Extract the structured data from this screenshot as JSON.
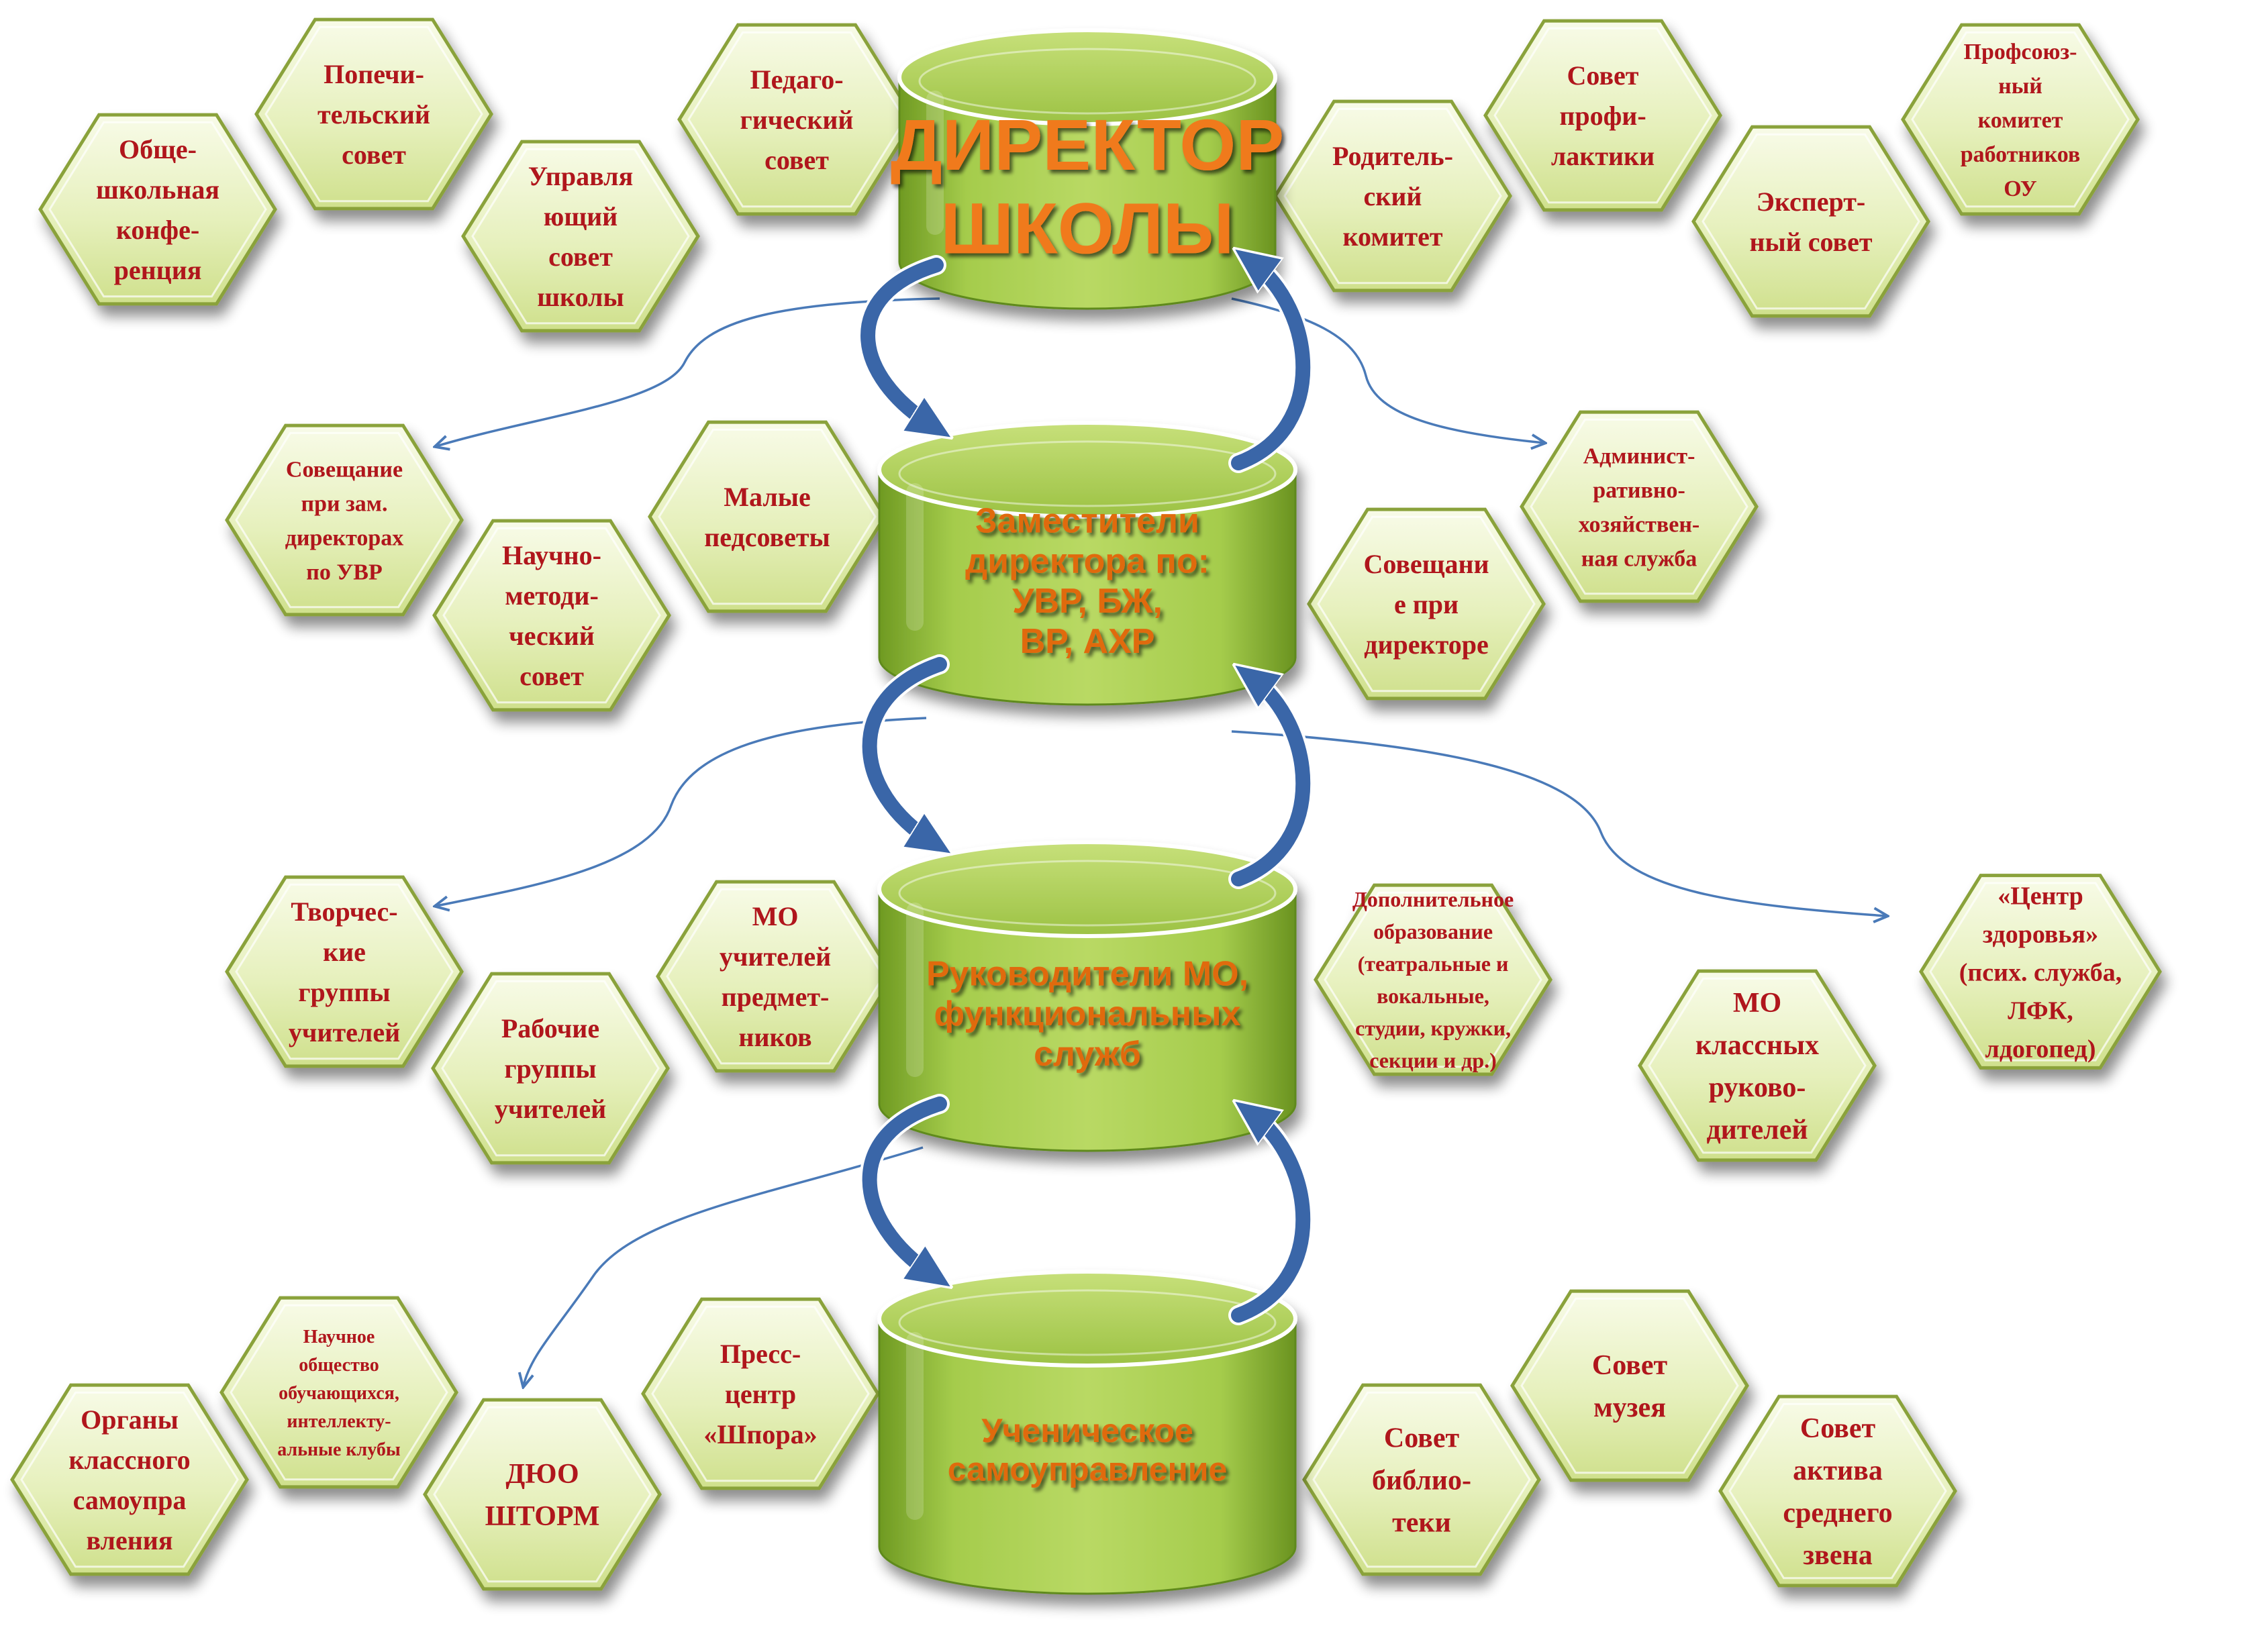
{
  "colors": {
    "hex_text": "#b0121a",
    "cylinder_text_top": "#f07a1a",
    "cylinder_text_other": "#e06a10",
    "cylinder_fill": "#9cc244",
    "arrow_fill": "#3a66a8",
    "connector": "#4a7ab8"
  },
  "cylinders": [
    {
      "id": "director",
      "lines": [
        "ДИРЕКТОР",
        "ШКОЛЫ"
      ]
    },
    {
      "id": "deputies",
      "lines": [
        "Заместители",
        "директора по:",
        "УВР,     БЖ,",
        "ВР,    АХР"
      ]
    },
    {
      "id": "heads",
      "lines": [
        "Руководители МО,",
        "функциональных",
        "служб"
      ]
    },
    {
      "id": "student",
      "lines": [
        "Ученическое",
        "самоуправление"
      ]
    }
  ],
  "hexagons": [
    {
      "id": "general-conference",
      "lines": [
        "Обще-",
        "школьная",
        "конфе-",
        "ренция"
      ]
    },
    {
      "id": "trustee-council",
      "lines": [
        "Попечи-",
        "тельский",
        "совет"
      ]
    },
    {
      "id": "managing-council",
      "lines": [
        "Управля",
        "ющий",
        "совет",
        "школы"
      ]
    },
    {
      "id": "pedagogical-council",
      "lines": [
        "Педаго-",
        "гический",
        "совет"
      ]
    },
    {
      "id": "parent-committee",
      "lines": [
        "Родитель-",
        "ский",
        "комитет"
      ]
    },
    {
      "id": "prevention-council",
      "lines": [
        "Совет",
        "профи-",
        "лактики"
      ]
    },
    {
      "id": "expert-council",
      "lines": [
        "Эксперт-",
        "ный совет"
      ]
    },
    {
      "id": "trade-union",
      "lines": [
        "Профсоюз-",
        "ный",
        "комитет",
        "работников",
        "ОУ"
      ]
    },
    {
      "id": "deputy-meeting",
      "lines": [
        "Совещание",
        "при зам.",
        "директорах",
        "по УВР"
      ]
    },
    {
      "id": "small-councils",
      "lines": [
        "Малые",
        "педсоветы"
      ]
    },
    {
      "id": "methodical-council",
      "lines": [
        "Научно-",
        "методи-",
        "ческий",
        "совет"
      ]
    },
    {
      "id": "director-meeting",
      "lines": [
        "Совещани",
        "е при",
        "директоре"
      ]
    },
    {
      "id": "admin-service",
      "lines": [
        "Админист-",
        "ративно-",
        "хозяйствен-",
        "ная служба"
      ]
    },
    {
      "id": "creative-groups",
      "lines": [
        "Творчес-",
        "кие",
        "группы",
        "учителей"
      ]
    },
    {
      "id": "subject-mo",
      "lines": [
        "МО",
        "учителей",
        "предмет-",
        "ников"
      ]
    },
    {
      "id": "working-groups",
      "lines": [
        "Рабочие",
        "группы",
        "учителей"
      ]
    },
    {
      "id": "extra-education",
      "lines": [
        "Дополнительное",
        "образование",
        "(театральные и",
        "вокальные,",
        "студии, кружки,",
        "секции и др.)"
      ]
    },
    {
      "id": "class-teachers-mo",
      "lines": [
        "МО",
        "классных",
        "руково-",
        "дителей"
      ]
    },
    {
      "id": "health-center",
      "lines": [
        "«Центр",
        "здоровья»",
        "(псих. служба,",
        "ЛФК,",
        "лдогопед)"
      ]
    },
    {
      "id": "student-science",
      "lines": [
        "Научное",
        "общество",
        "обучающихся,",
        "интеллекту-",
        "альные клубы"
      ]
    },
    {
      "id": "press-center",
      "lines": [
        "Пресс-",
        "центр",
        "«Шпора»"
      ]
    },
    {
      "id": "class-self-gov",
      "lines": [
        "Органы",
        "классного",
        "самоупра",
        "вления"
      ]
    },
    {
      "id": "duo-storm",
      "lines": [
        "ДЮО",
        "ШТОРМ"
      ]
    },
    {
      "id": "museum-council",
      "lines": [
        "Совет",
        "музея"
      ]
    },
    {
      "id": "library-council",
      "lines": [
        "Совет",
        "библио-",
        "теки"
      ]
    },
    {
      "id": "mid-level-council",
      "lines": [
        "Совет",
        "актива",
        "среднего",
        "звена"
      ]
    }
  ]
}
